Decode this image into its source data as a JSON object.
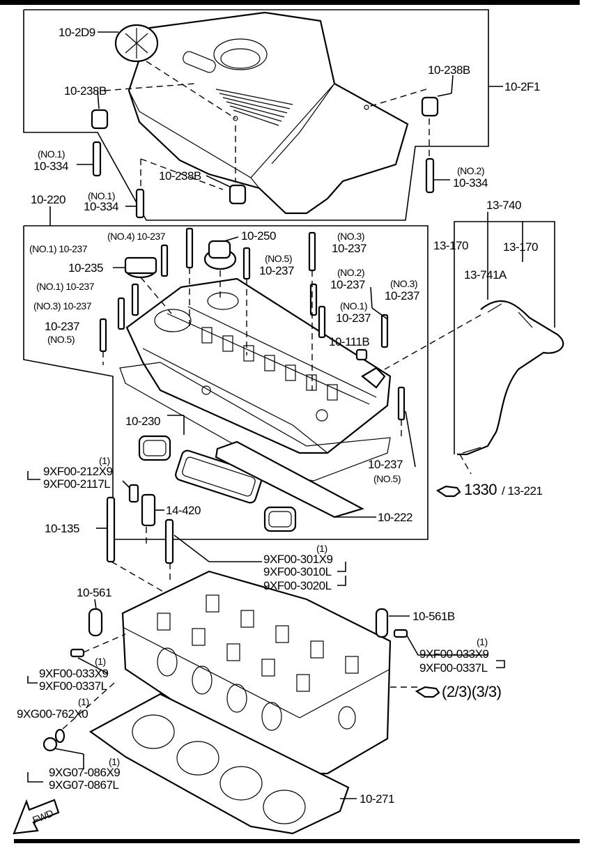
{
  "labels": {
    "l_2d9": "10-2D9",
    "l_238b_a": "10-238B",
    "l_238b_b": "10-238B",
    "l_238b_c": "10-238B",
    "l_2f1": "10-2F1",
    "l_no1_a": "(NO.1)",
    "l_334_a": "10-334",
    "l_no1_b": "(NO.1)",
    "l_334_b": "10-334",
    "l_no2_a": "(NO.2)",
    "l_334_c": "10-334",
    "l_220": "10-220",
    "l_740": "13-740",
    "l_no4_237": "(NO.4) 10-237",
    "l_250": "10-250",
    "l_no1_237a": "(NO.1) 10-237",
    "l_no3_a": "(NO.3)",
    "l_237_a": "10-237",
    "l_235": "10-235",
    "l_no5_a": "(NO.5)",
    "l_237_b": "10-237",
    "l_no1_237b": "(NO.1) 10-237",
    "l_no2_b": "(NO.2)",
    "l_237_c": "10-237",
    "l_no3_237": "(NO.3) 10-237",
    "l_no1_c": "(NO.1)",
    "l_237_d": "10-237",
    "l_237_e": "10-237",
    "l_no5_b": "(NO.5)",
    "l_no3_b": "(NO.3)",
    "l_237_f": "10-237",
    "l_111b": "10-111B",
    "l_170_a": "13-170",
    "l_741a": "13-741A",
    "l_170_b": "13-170",
    "l_230": "10-230",
    "l_237_g": "10-237",
    "l_no5_c": "(NO.5)",
    "l_1330": "1330",
    "l_221": "/ 13-221",
    "l_q1_a": "(1)",
    "l_212x9": "9XF00-212X9",
    "l_2117l": "9XF00-2117L",
    "l_420": "14-420",
    "l_135": "10-135",
    "l_222": "10-222",
    "l_q1_b": "(1)",
    "l_301x9": "9XF00-301X9",
    "l_3010l": "9XF00-3010L",
    "l_3020l": "9XF00-3020L",
    "l_561": "10-561",
    "l_561b": "10-561B",
    "l_q1_c": "(1)",
    "l_033x9_a": "9XF00-033X9",
    "l_0337l_a": "9XF00-0337L",
    "l_q1_d": "(1)",
    "l_033x9_b": "9XF00-033X9",
    "l_0337l_b": "9XF00-0337L",
    "l_23_33": "(2/3)(3/3)",
    "l_q1_e": "(1)",
    "l_762x0": "9XG00-762X0",
    "l_q1_f": "(1)",
    "l_086x9": "9XG07-086X9",
    "l_0867l": "9XG07-0867L",
    "l_271": "10-271",
    "l_fwd": "FWD"
  }
}
